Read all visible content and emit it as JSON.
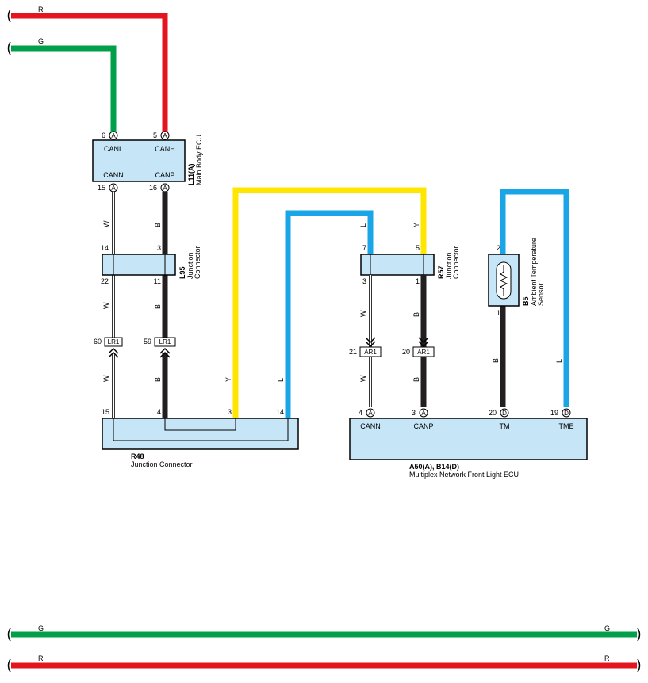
{
  "colors": {
    "red": "#e3161f",
    "green": "#00a04a",
    "yellow": "#ffe600",
    "blue": "#1aa5e6",
    "black": "#231f20",
    "white_wire": "#ffffff",
    "box_fill": "#c6e6f8"
  },
  "top_wires": [
    {
      "code": "R"
    },
    {
      "code": "G"
    }
  ],
  "bottom_wires": [
    {
      "code_left": "G",
      "code_right": "G"
    },
    {
      "code_left": "R",
      "code_right": "R"
    }
  ],
  "main_body_ecu": {
    "id": "L11(A)",
    "name": "Main Body ECU",
    "pins_top": [
      {
        "num": "6",
        "conn": "A",
        "name": "CANL"
      },
      {
        "num": "5",
        "conn": "A",
        "name": "CANH"
      }
    ],
    "pins_bottom": [
      {
        "num": "15",
        "conn": "A",
        "name": "CANN"
      },
      {
        "num": "16",
        "conn": "A",
        "name": "CANP"
      }
    ]
  },
  "l95": {
    "id": "L95",
    "name": "Junction Connector",
    "pins": {
      "in_left": "14",
      "in_right": "3",
      "out_left": "22",
      "out_right": "11"
    }
  },
  "wire_codes_left": {
    "w1": "W",
    "b1": "B",
    "w2": "W",
    "b2": "B",
    "w3": "W",
    "b3": "B",
    "y": "Y",
    "l": "L"
  },
  "lr1_left": {
    "num": "60",
    "name": "LR1"
  },
  "lr1_right": {
    "num": "59",
    "name": "LR1"
  },
  "r48": {
    "id": "R48",
    "name": "Junction Connector",
    "pins": [
      "15",
      "4",
      "3",
      "14"
    ]
  },
  "r57": {
    "id": "R57",
    "name": "Junction Connector",
    "pins": {
      "in_left": "7",
      "in_right": "5",
      "out_left": "3",
      "out_right": "1"
    }
  },
  "wire_codes_right": {
    "l_top": "L",
    "y_top": "Y",
    "w1": "W",
    "b1": "B",
    "w2": "W",
    "b2": "B",
    "b_sensor": "B",
    "l_sensor": "L"
  },
  "ar1_left": {
    "num": "21",
    "name": "AR1"
  },
  "ar1_right": {
    "num": "20",
    "name": "AR1"
  },
  "b5": {
    "id": "B5",
    "name": "Ambient Temperature Sensor",
    "pins": {
      "top": "2",
      "bottom": "1"
    }
  },
  "front_light_ecu": {
    "id": "A50(A), B14(D)",
    "name": "Multiplex Network Front Light ECU",
    "pins": [
      {
        "num": "4",
        "conn": "A",
        "name": "CANN"
      },
      {
        "num": "3",
        "conn": "A",
        "name": "CANP"
      },
      {
        "num": "20",
        "conn": "D",
        "name": "TM"
      },
      {
        "num": "19",
        "conn": "D",
        "name": "TME"
      }
    ]
  }
}
